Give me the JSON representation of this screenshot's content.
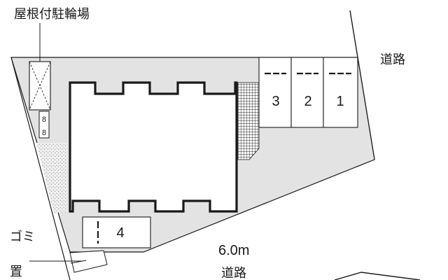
{
  "labels": {
    "bike_parking": "屋根付駐輪場",
    "road_right": "道路",
    "road_bottom": "道路",
    "road_width": "6.0m",
    "garbage_line1": "ゴミ",
    "garbage_line2": "置"
  },
  "parking_spaces": [
    {
      "number": "3"
    },
    {
      "number": "2"
    },
    {
      "number": "1"
    },
    {
      "number": "4"
    }
  ],
  "bike_rack_symbol": "8",
  "colors": {
    "lot_fill": "#e3e3e3",
    "line": "#1a1a1a",
    "space_fill": "#ffffff",
    "hatch": "#222222",
    "gravel": "#b9b9b9"
  }
}
